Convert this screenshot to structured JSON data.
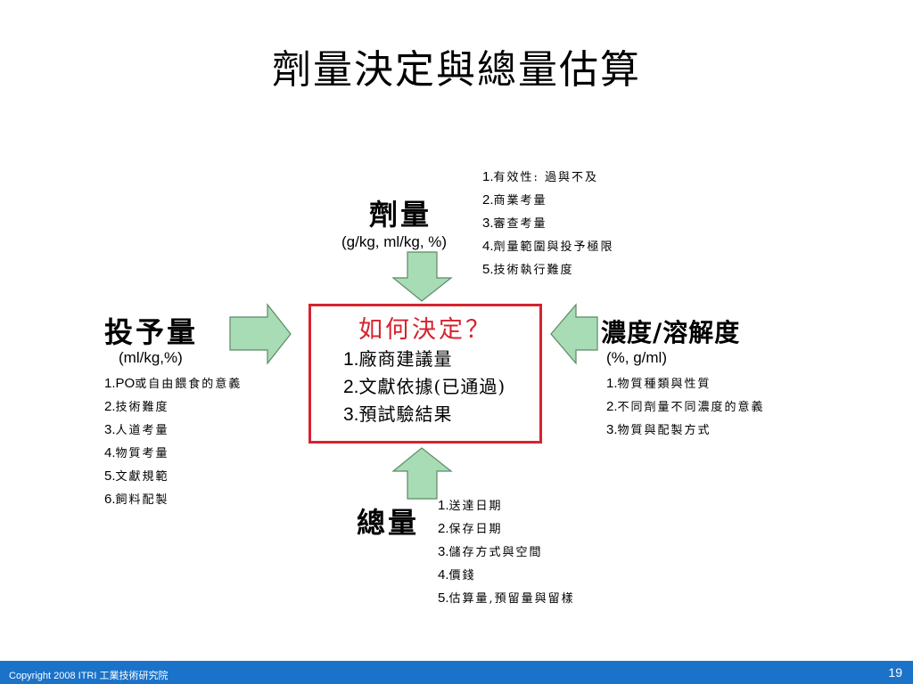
{
  "slide": {
    "title": "劑量決定與總量估算",
    "footer": {
      "copyright": "Copyright 2008 ITRI 工業技術研究院",
      "page_number": "19"
    }
  },
  "colors": {
    "arrow_fill": "#a8dcb4",
    "arrow_stroke": "#5a8a66",
    "center_border": "#d6232e",
    "center_title": "#d6232e",
    "footer_bg": "#1a73c9"
  },
  "center": {
    "title": "如何決定？",
    "items": [
      {
        "num": "1.",
        "text": "廠商建議量"
      },
      {
        "num": "2.",
        "text": "文獻依據(已通過)"
      },
      {
        "num": "3.",
        "text": "預試驗結果"
      }
    ]
  },
  "top": {
    "heading": "劑量",
    "unit": "(g/kg, ml/kg, %)",
    "items": [
      {
        "num": "1.",
        "text": "有效性: 過與不及"
      },
      {
        "num": "2.",
        "text": "商業考量"
      },
      {
        "num": "3.",
        "text": "審查考量"
      },
      {
        "num": "4.",
        "text": "劑量範圍與投予極限"
      },
      {
        "num": "5.",
        "text": "技術執行難度"
      }
    ]
  },
  "left": {
    "heading": "投予量",
    "unit": "(ml/kg,%)",
    "items": [
      {
        "num": "1.PO",
        "text": "或自由餵食的意義"
      },
      {
        "num": "2.",
        "text": "技術難度"
      },
      {
        "num": "3.",
        "text": "人道考量"
      },
      {
        "num": "4.",
        "text": "物質考量"
      },
      {
        "num": "5.",
        "text": "文獻規範"
      },
      {
        "num": "6.",
        "text": "飼料配製"
      }
    ]
  },
  "right": {
    "heading": "濃度/溶解度",
    "unit": "(%, g/ml)",
    "items": [
      {
        "num": "1.",
        "text": "物質種類與性質"
      },
      {
        "num": "2.",
        "text": "不同劑量不同濃度的意義"
      },
      {
        "num": "3.",
        "text": "物質與配製方式"
      }
    ]
  },
  "bottom": {
    "heading": "總量",
    "items": [
      {
        "num": "1.",
        "text": "送達日期"
      },
      {
        "num": "2.",
        "text": "保存日期"
      },
      {
        "num": "3.",
        "text": "儲存方式與空間"
      },
      {
        "num": "4.",
        "text": "價錢"
      },
      {
        "num": "5.",
        "text": "估算量,預留量與留樣"
      }
    ]
  }
}
